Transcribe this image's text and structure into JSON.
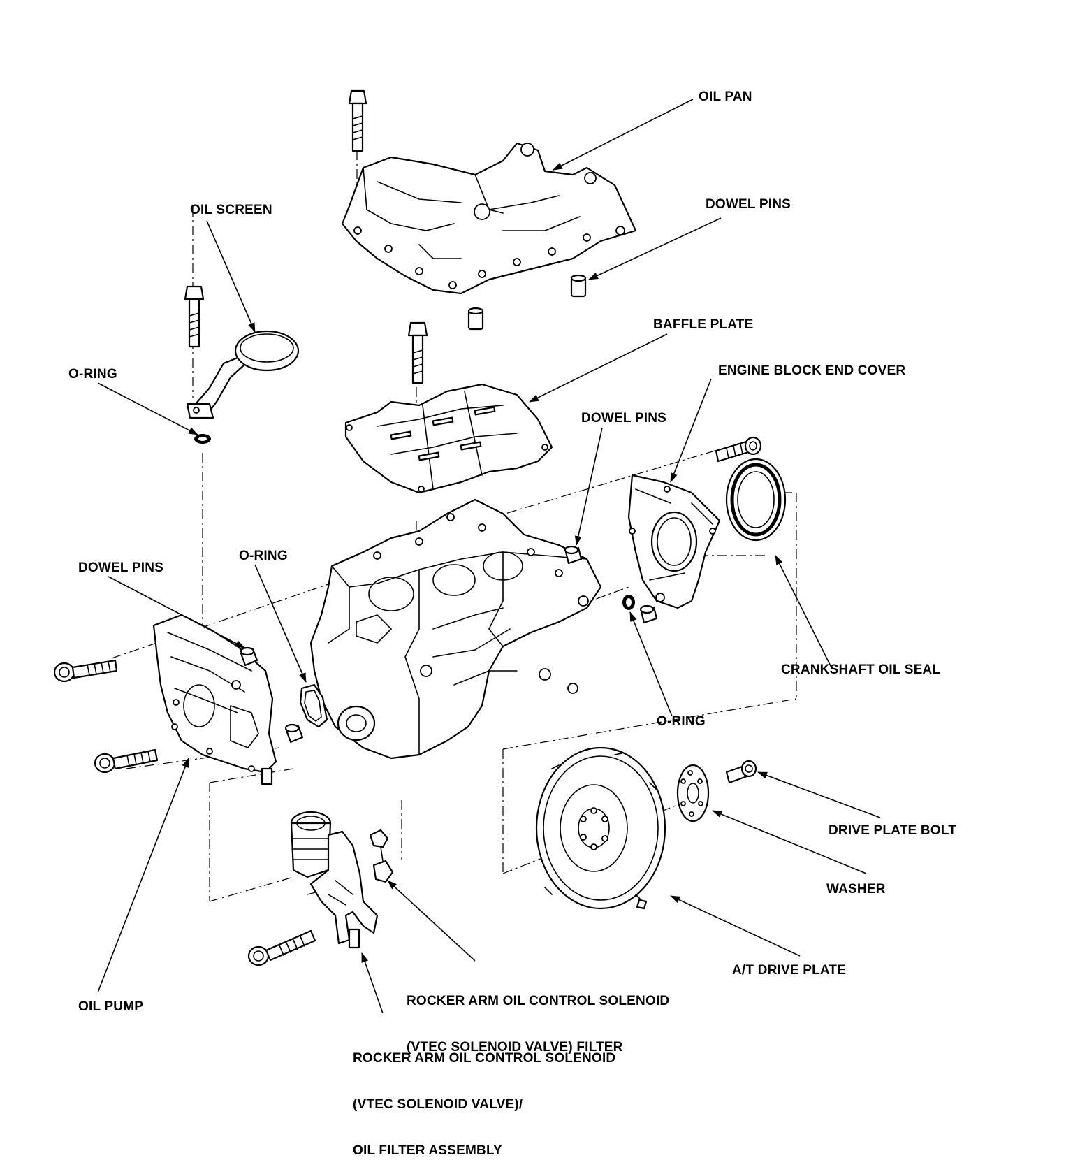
{
  "labels": {
    "oil_pan": "OIL PAN",
    "dowel_pins_top": "DOWEL PINS",
    "oil_screen": "OIL SCREEN",
    "baffle_plate": "BAFFLE PLATE",
    "o_ring_left": "O-RING",
    "engine_block_end_cover": "ENGINE BLOCK END COVER",
    "dowel_pins_right": "DOWEL PINS",
    "dowel_pins_left": "DOWEL PINS",
    "o_ring_center": "O-RING",
    "crankshaft_oil_seal": "CRANKSHAFT OIL SEAL",
    "o_ring_right": "O-RING",
    "drive_plate_bolt": "DRIVE PLATE BOLT",
    "washer": "WASHER",
    "at_drive_plate": "A/T DRIVE PLATE",
    "vtec_filter_line1": "ROCKER ARM OIL CONTROL SOLENOID",
    "vtec_filter_line2": "(VTEC SOLENOID VALVE) FILTER",
    "oil_pump": "OIL PUMP",
    "vtec_assembly_line1": "ROCKER ARM OIL CONTROL SOLENOID",
    "vtec_assembly_line2": "(VTEC SOLENOID VALVE)/",
    "vtec_assembly_line3": "OIL FILTER ASSEMBLY"
  },
  "colors": {
    "ink": "#000000",
    "paper": "#ffffff"
  }
}
